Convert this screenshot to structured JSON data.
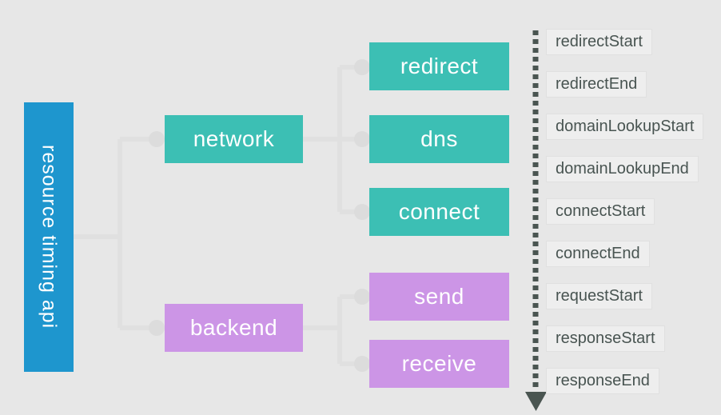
{
  "diagram": {
    "title": "resource timing api",
    "background_color": "#e7e7e7",
    "connector_color": "#e0e0e0",
    "root": {
      "label": "resource timing api",
      "color": "#1e96ce",
      "text_color": "#ffffff"
    },
    "branches": [
      {
        "label": "network",
        "color": "#3cbfb4",
        "children": [
          {
            "label": "redirect"
          },
          {
            "label": "dns"
          },
          {
            "label": "connect"
          }
        ]
      },
      {
        "label": "backend",
        "color": "#cc95e6",
        "children": [
          {
            "label": "send"
          },
          {
            "label": "receive"
          }
        ]
      }
    ],
    "timeline": {
      "arrow_color": "#4a5551",
      "direction": "down",
      "label_text_color": "#485451",
      "label_background": "#eeeeee",
      "labels": [
        "redirectStart",
        "redirectEnd",
        "domainLookupStart",
        "domainLookupEnd",
        "connectStart",
        "connectEnd",
        "requestStart",
        "responseStart",
        "responseEnd"
      ]
    }
  }
}
